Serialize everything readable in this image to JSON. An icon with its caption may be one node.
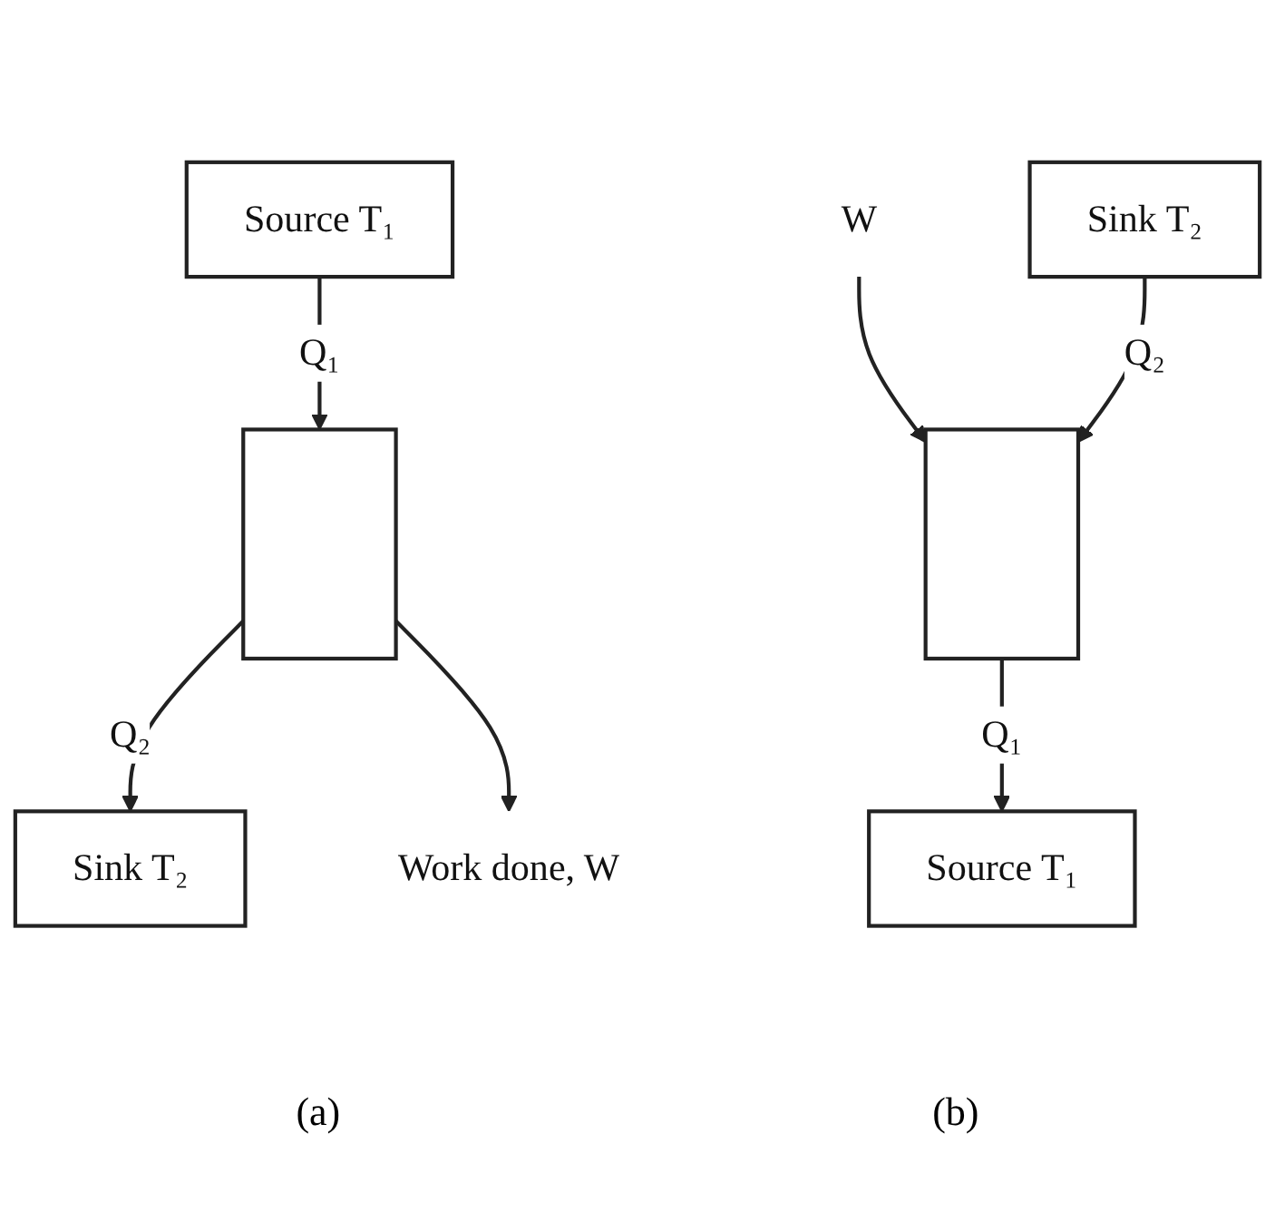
{
  "diagram": {
    "nodes": [
      {
        "text": [
          "Source T₁"
        ]
      },
      {
        "text": [],
        "shape": "box"
      },
      {
        "text": [
          "Sink T₂"
        ]
      },
      {
        "text": [
          "Work done, W"
        ]
      },
      {
        "text": [
          "W"
        ]
      },
      {
        "text": [
          "Source T₁"
        ]
      },
      {
        "text": [],
        "shape": "box"
      },
      {
        "text": [
          "Sink T₂"
        ]
      }
    ],
    "edges": [
      {
        "from": 0,
        "to": 1,
        "arrow": "to",
        "label": "Q₁"
      },
      {
        "from": 1,
        "to": 2,
        "arrow": "to",
        "label": "Q₂"
      },
      {
        "from": 1,
        "to": 3,
        "arrow": "to"
      },
      {
        "from": 4,
        "to": 6,
        "arrow": "to"
      },
      {
        "from": 6,
        "to": 5,
        "arrow": "to",
        "label": "Q₁"
      },
      {
        "from": 7,
        "to": 6,
        "arrow": "to",
        "label": "Q₂"
      }
    ],
    "labels": [
      "(a)",
      "(b)"
    ]
  }
}
